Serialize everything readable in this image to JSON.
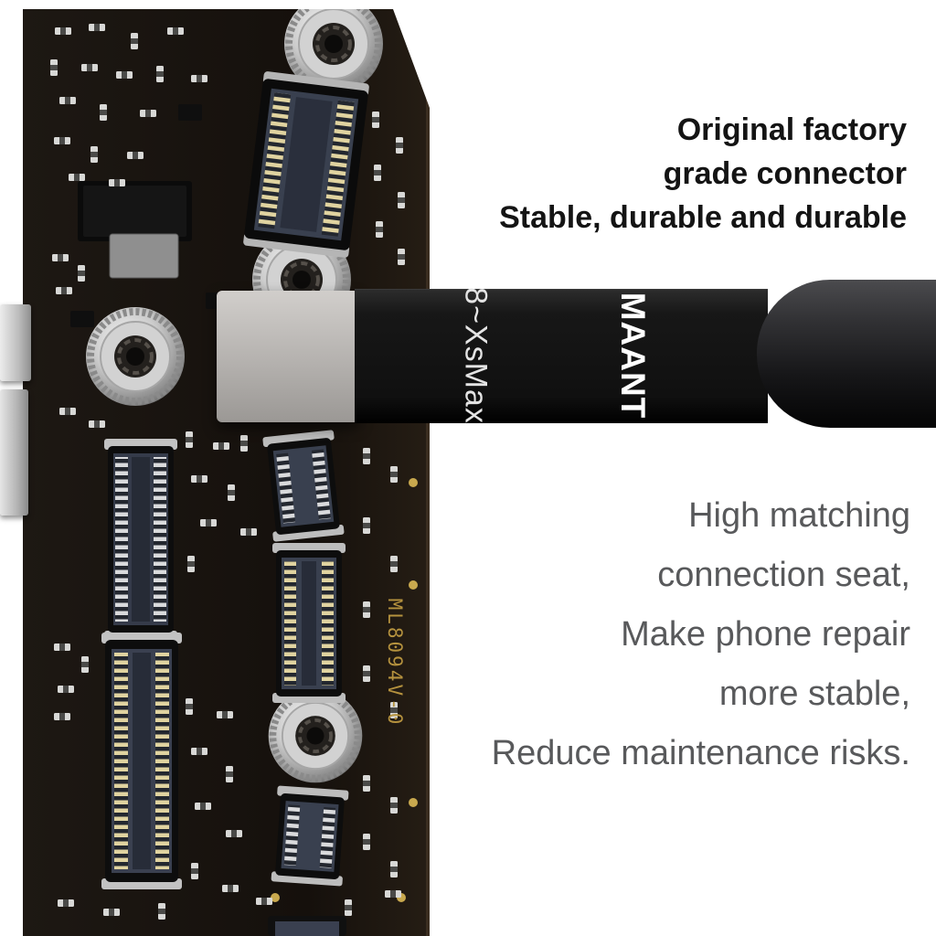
{
  "headline": {
    "lines": [
      "Original factory",
      "grade connector",
      "Stable, durable and durable"
    ]
  },
  "description": {
    "lines": [
      "High matching",
      "connection seat,",
      "Make phone repair",
      "more stable,",
      "Reduce maintenance risks."
    ]
  },
  "cable": {
    "model_label": "8~XsMax",
    "brand_label": "MAANT"
  },
  "pcb": {
    "silkscreen_label": "ML8094V-0"
  },
  "colors": {
    "headline_text": "#141414",
    "description_text": "#58595B",
    "cable_black": "#101010",
    "cable_print_white": "#FFFFFF",
    "connector_head_gray": "#B4B1AE",
    "pcb_dark": "#17110D",
    "silkscreen_gold": "#B5923E",
    "background": "#FFFFFF"
  }
}
